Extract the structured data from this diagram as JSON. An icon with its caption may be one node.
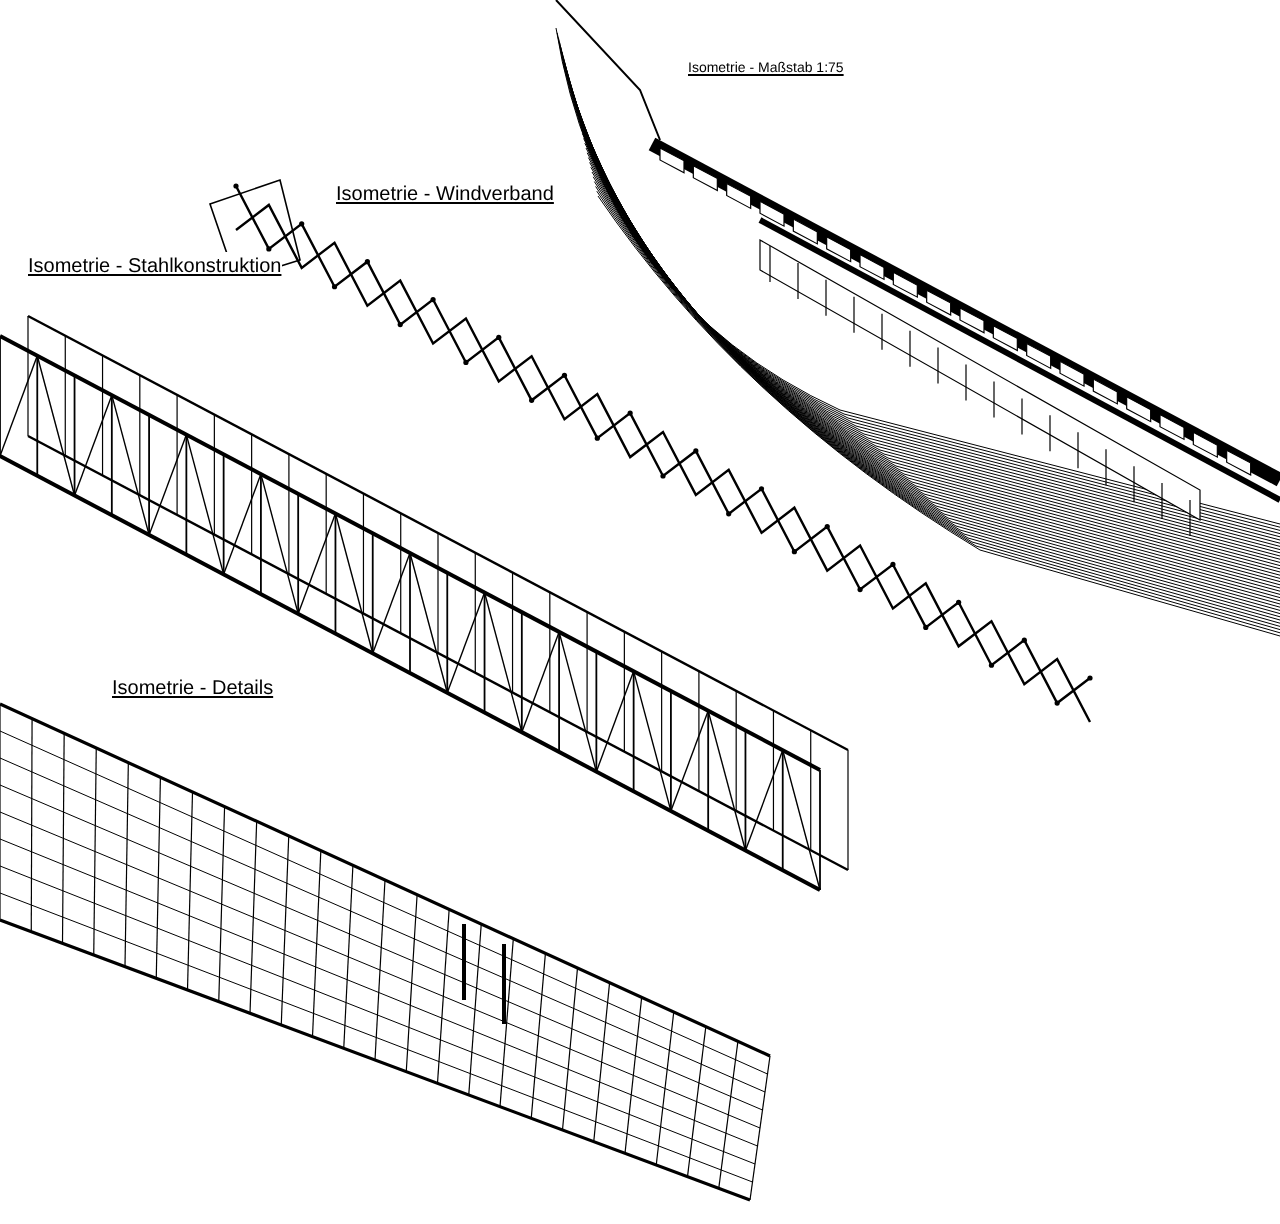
{
  "diagram": {
    "labels": [
      "Isometrie - Maßstab 1:75",
      "Isometrie - Windverband",
      "Isometrie - Stahlkonstruktion",
      "Isometrie - Details"
    ]
  }
}
